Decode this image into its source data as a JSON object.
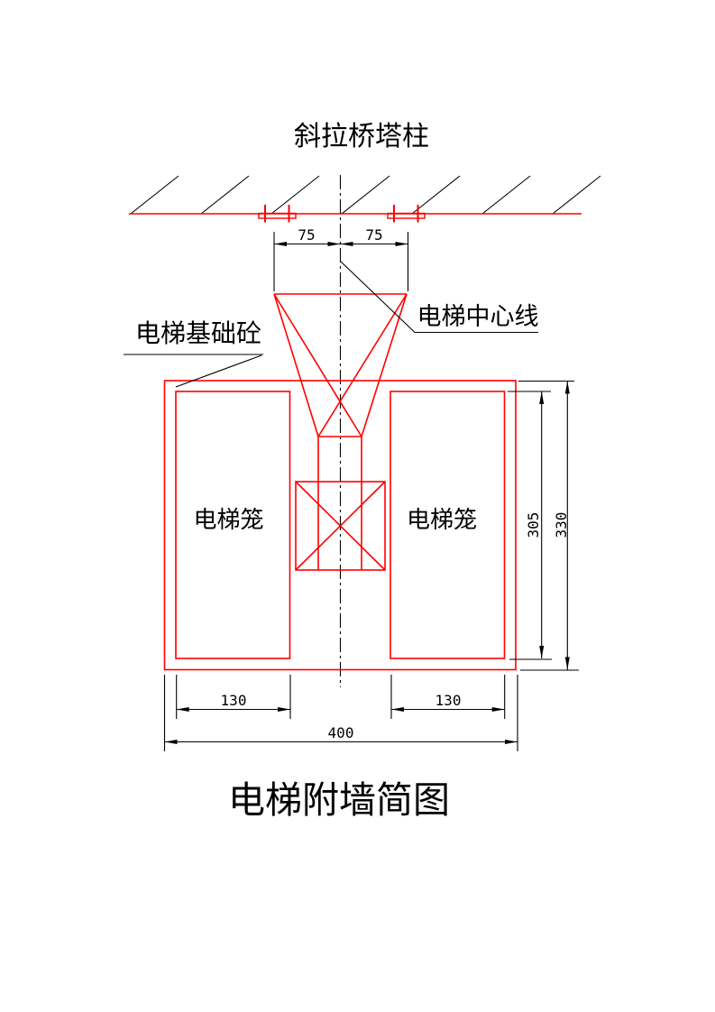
{
  "drawing": {
    "top_title": "斜拉桥塔柱",
    "caption": "电梯附墙简图",
    "foundation_label": "电梯基础砼",
    "centerline_label": "电梯中心线",
    "left_cage_label": "电梯笼",
    "right_cage_label": "电梯笼",
    "dimensions": {
      "offset_left": "75",
      "offset_right": "75",
      "cage_inner_height": "305",
      "foundation_height": "330",
      "cage_left_width": "130",
      "cage_right_width": "130",
      "foundation_width": "400"
    }
  },
  "colors": {
    "line_red": "#ff0000",
    "line_black": "#000000",
    "background": "#ffffff"
  }
}
